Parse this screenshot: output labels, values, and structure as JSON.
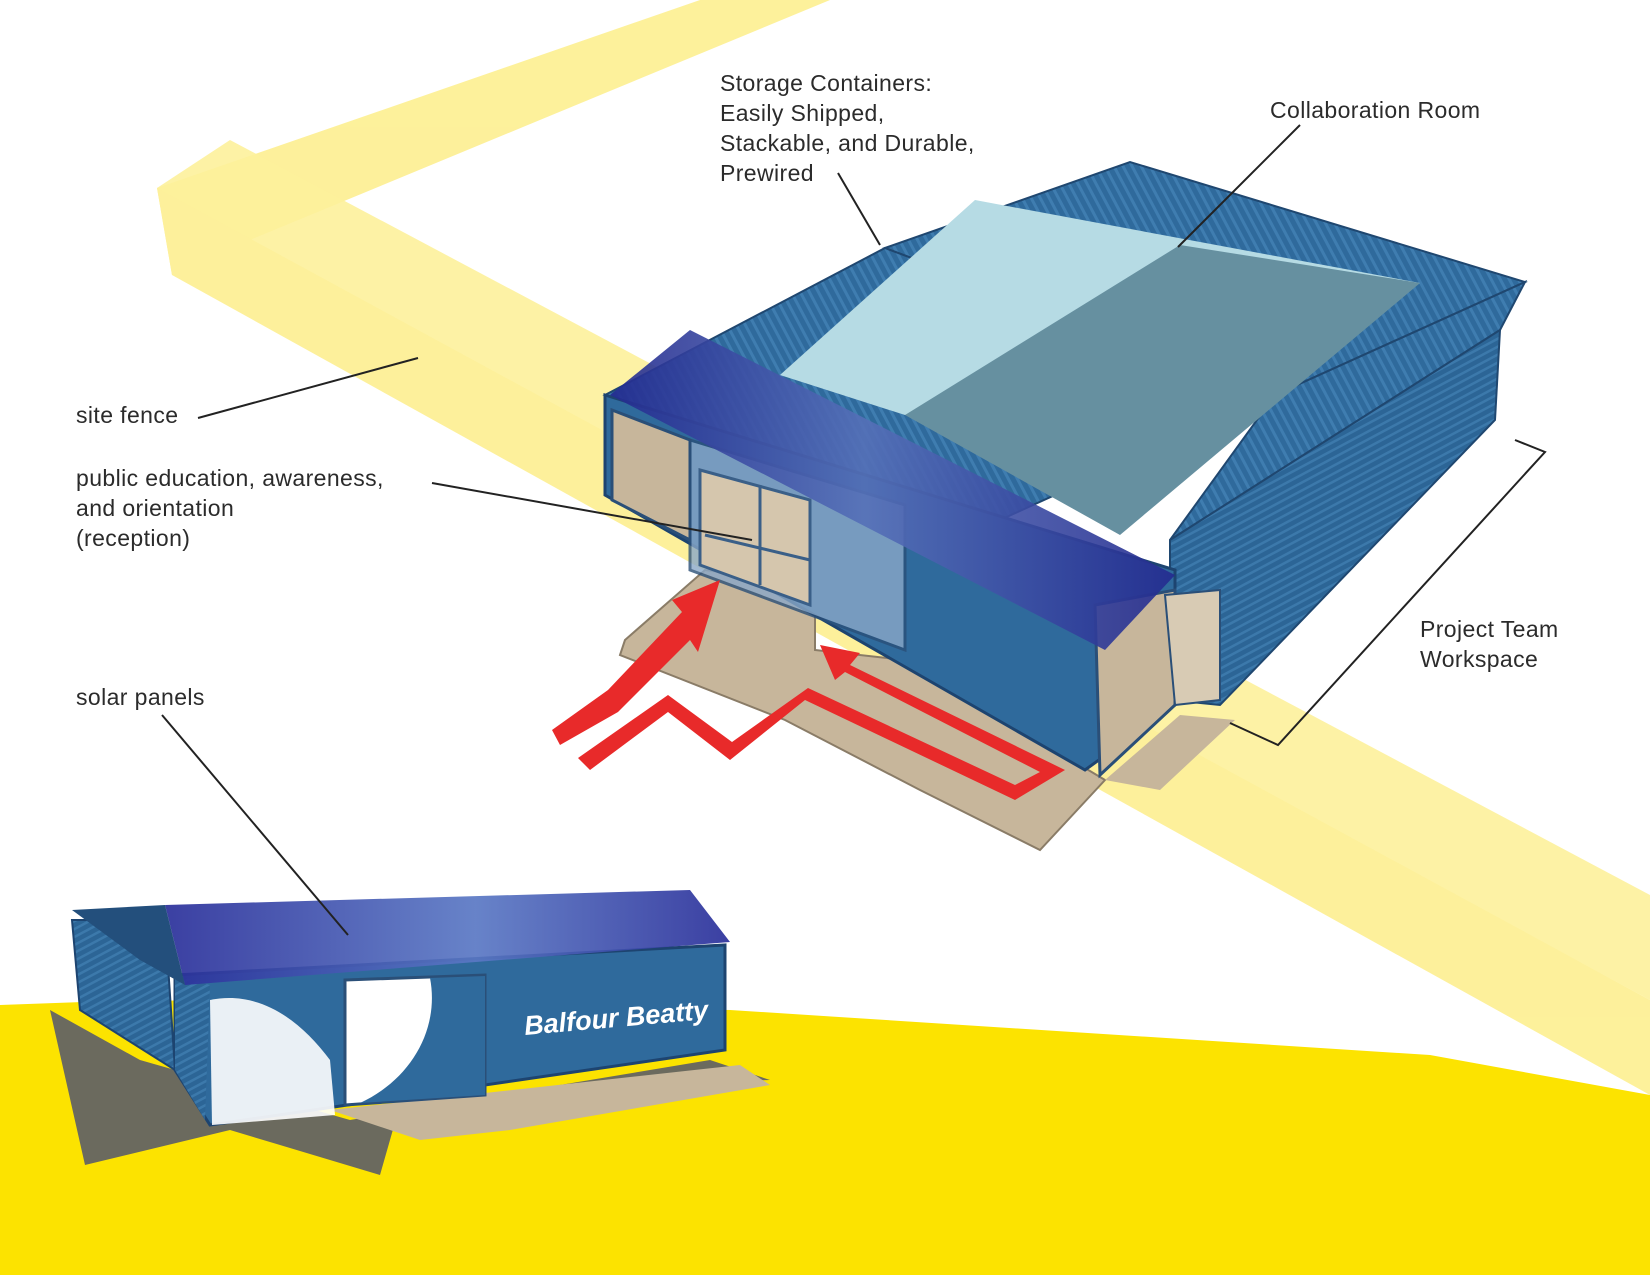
{
  "labels": {
    "storage": [
      "Storage Containers:",
      "Easily Shipped,",
      "Stackable, and Durable,",
      "Prewired"
    ],
    "collaboration": "Collaboration Room",
    "site_fence": "site fence",
    "public_education": [
      "public education, awareness,",
      "and orientation",
      "(reception)"
    ],
    "project_team": [
      "Project Team",
      "Workspace"
    ],
    "solar_panels": "solar panels"
  },
  "brand_text": "Balfour Beatty",
  "colors": {
    "ground_yellow": "#fce300",
    "fence_yellow": "#fdee8a",
    "container_blue": "#2f6a9c",
    "container_dark": "#234f7c",
    "roof_blue": "#2a2f9a",
    "collab_light": "#b6dbe4",
    "collab_dark": "#6690a0",
    "floor_tan": "#c7b69b",
    "arrow_red": "#e82a2a",
    "leader_line": "#222222"
  }
}
